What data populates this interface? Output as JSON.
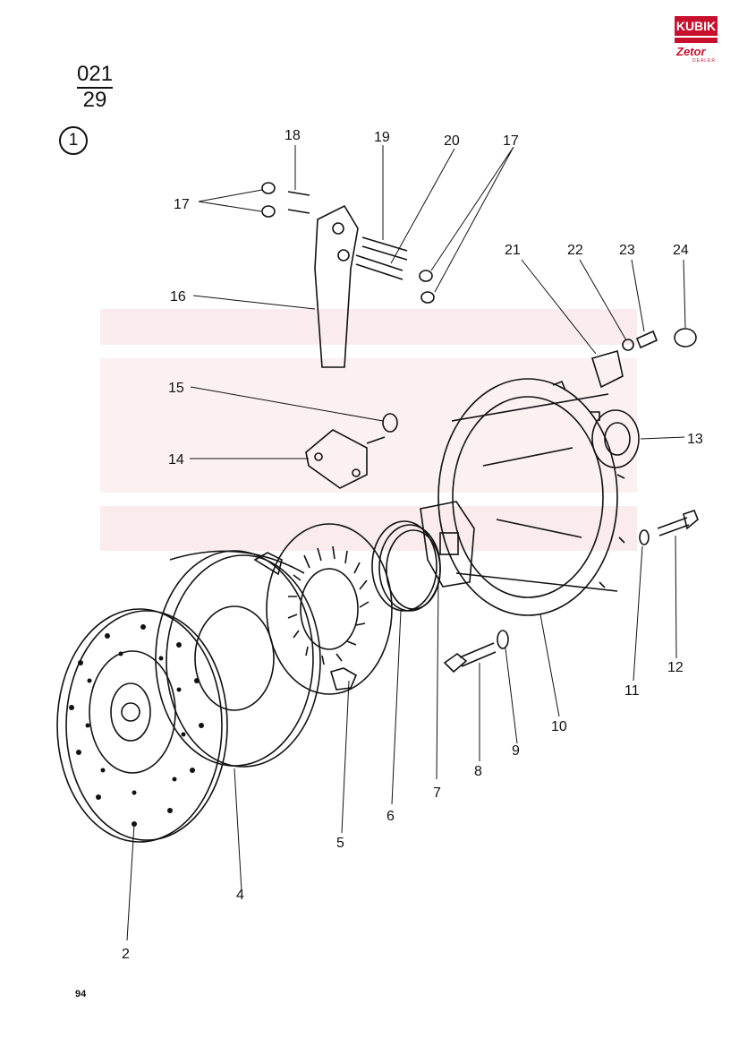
{
  "header": {
    "section_top": "021",
    "section_bottom": "29",
    "view_number": "1"
  },
  "logo": {
    "brand": "KUBIK",
    "sub": "Zetor",
    "dealer": "DEALER"
  },
  "callouts": [
    "2",
    "4",
    "5",
    "6",
    "7",
    "8",
    "9",
    "10",
    "11",
    "12",
    "13",
    "14",
    "15",
    "16",
    "17",
    "17",
    "18",
    "19",
    "20",
    "21",
    "22",
    "23",
    "24"
  ],
  "footer": {
    "page_number": "94"
  },
  "colors": {
    "ink": "#111111",
    "brand_red": "#c8102e",
    "watermark": "#f3d5d5"
  }
}
